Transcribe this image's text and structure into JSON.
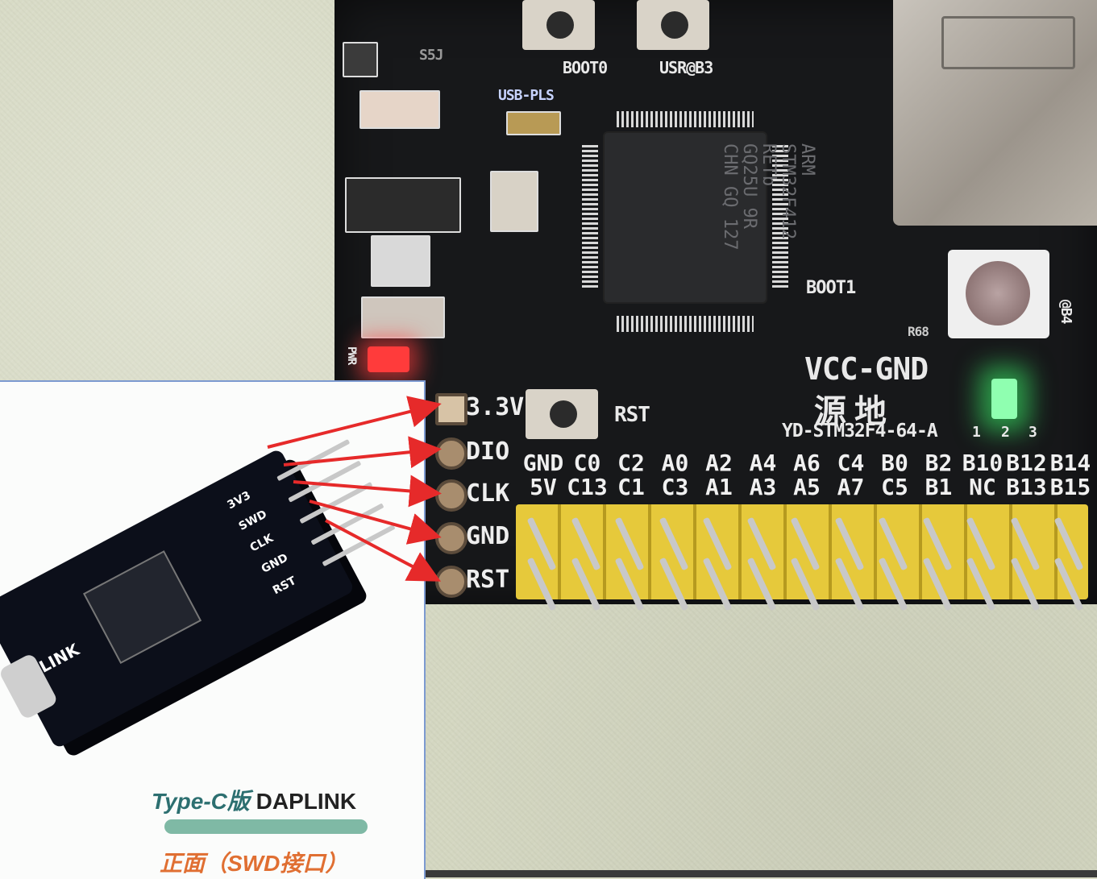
{
  "board": {
    "brand": "VCC-GND",
    "brand_cn": "源地",
    "model": "YD-STM32F4-64-A",
    "chip_text": "ARM\nSTM32F412\nRETb\nGQ25U 9R\nCHN GQ 127",
    "buttons": {
      "boot0": "BOOT0",
      "user": "USR@B3",
      "reset": "RST"
    },
    "labels": {
      "usb_pls": "USB-PLS",
      "boot1": "BOOT1",
      "pwr": "PWR",
      "r68": "R68",
      "b4": "@B4",
      "ldo": "S5J"
    },
    "led_numbers": [
      "1",
      "2",
      "3"
    ],
    "swd_pins": [
      "3.3V",
      "DIO",
      "CLK",
      "GND",
      "RST"
    ],
    "header_top": [
      "GND",
      "C0",
      "C2",
      "A0",
      "A2",
      "A4",
      "A6",
      "C4",
      "B0",
      "B2",
      "B10",
      "B12",
      "B14"
    ],
    "header_bottom": [
      "5V",
      "C13",
      "C1",
      "C3",
      "A1",
      "A3",
      "A5",
      "A7",
      "C5",
      "B1",
      "NC",
      "B13",
      "B15"
    ]
  },
  "daplink": {
    "pins": [
      "3V3",
      "SWD",
      "CLK",
      "GND",
      "RST"
    ],
    "board_text": "LINK",
    "caption_model": "Type-C版",
    "caption_name": "DAPLINK",
    "caption_sub": "正面（SWD接口）"
  },
  "colors": {
    "wire": "#e62a2a",
    "pcb": "#17181a",
    "header": "#e6c93b",
    "caption_teal": "#2c6f70",
    "caption_orange": "#e06f32"
  }
}
